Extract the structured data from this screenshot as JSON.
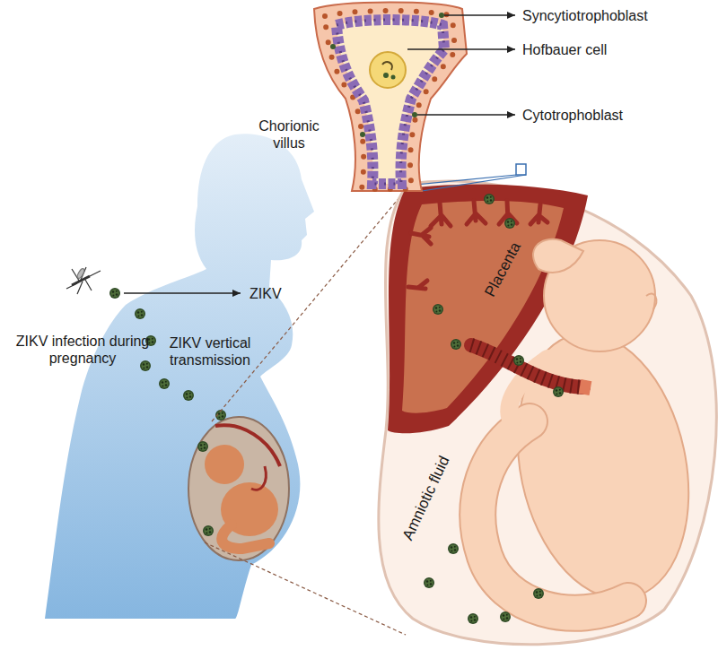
{
  "diagram": {
    "labels": [
      "Syncytiotrophoblast",
      "Hofbauer cell",
      "Cytotrophoblast",
      "Chorionic villus",
      "ZIKV",
      "ZIKV infection during pregnancy",
      "ZIKV vertical transmission",
      "Placenta",
      "Amniotic fluid"
    ]
  }
}
